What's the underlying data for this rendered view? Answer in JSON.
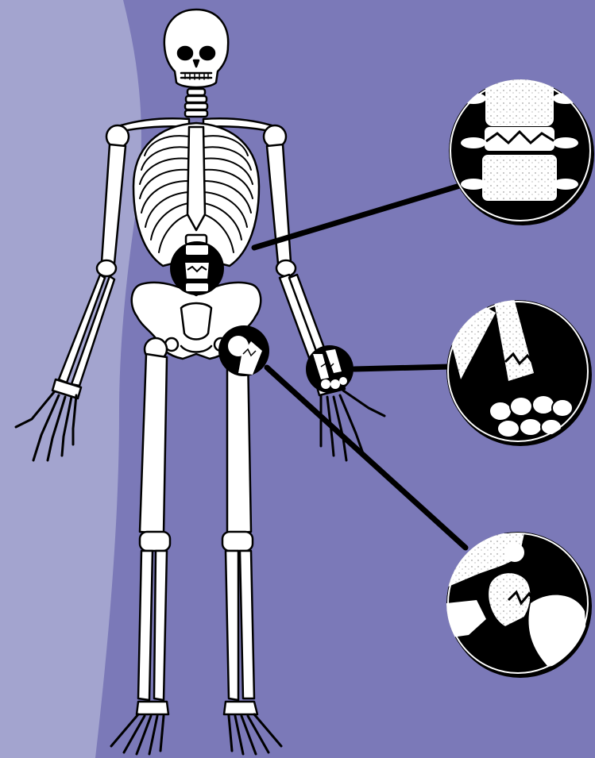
{
  "figure": {
    "background_color": "#7b79b8",
    "highlight_color": "#a3a4cf",
    "bone_fill": "#ffffff",
    "ink_color": "#000000",
    "callouts": [
      {
        "site": "spine",
        "icon": "vertebra-fracture-icon"
      },
      {
        "site": "wrist",
        "icon": "wrist-fracture-icon"
      },
      {
        "site": "hip",
        "icon": "hip-fracture-icon"
      }
    ]
  }
}
